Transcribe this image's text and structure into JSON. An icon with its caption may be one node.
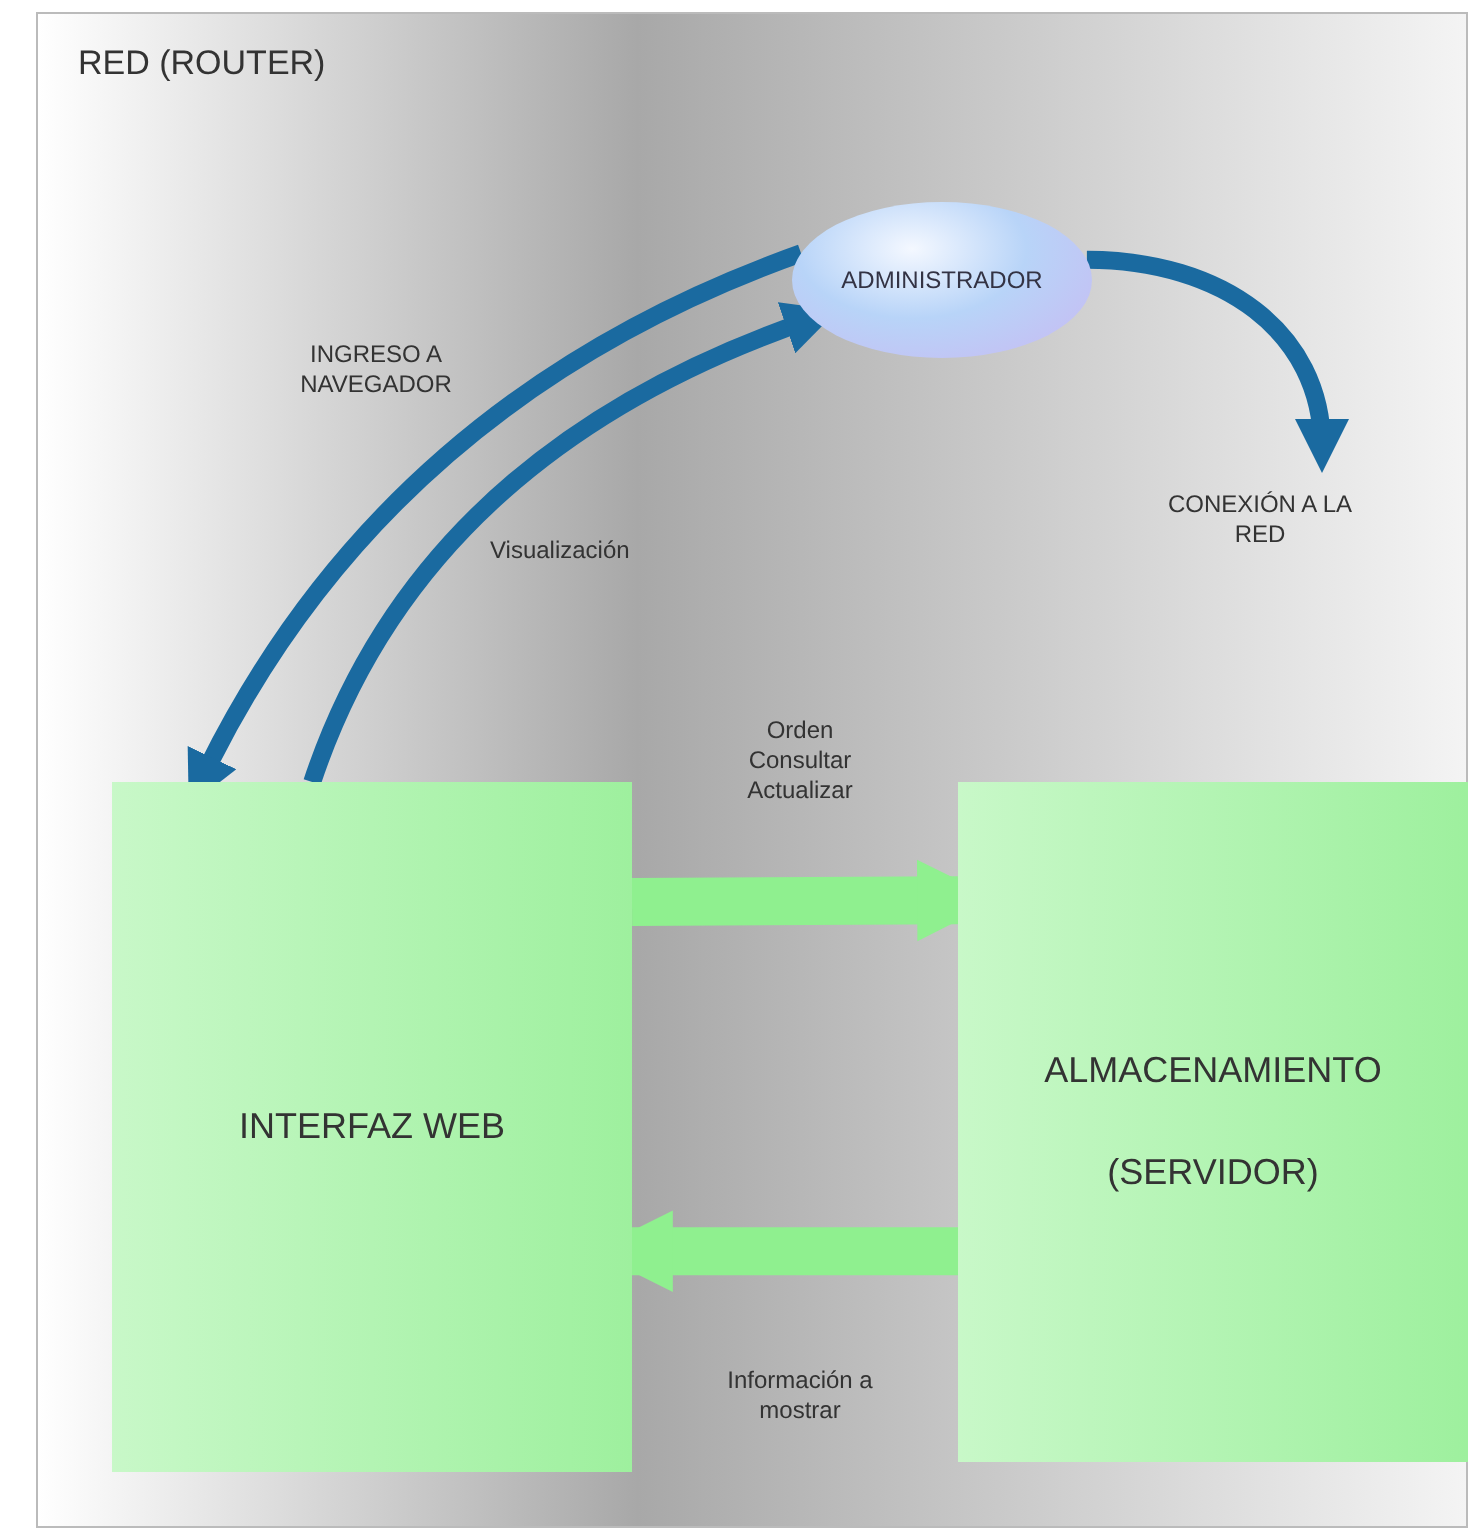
{
  "diagram": {
    "nodes": [
      {
        "text": [
          "RED (ROUTER)"
        ]
      },
      {
        "text": [
          "ADMINISTRADOR"
        ],
        "in": 0
      },
      {
        "text": [
          "INTERFAZ WEB"
        ],
        "in": 0
      },
      {
        "text": [
          "ALMACENAMIENTO",
          "(SERVIDOR)"
        ],
        "in": 0
      }
    ],
    "edges": [
      {
        "from": 1,
        "to": 2,
        "arrow": "to",
        "label": "INGRESO A NAVEGADOR"
      },
      {
        "from": 2,
        "to": 1,
        "arrow": "to",
        "label": "Visualización"
      },
      {
        "from": 1,
        "to": null,
        "arrow": "to",
        "label": "CONEXIÓN A LA RED"
      },
      {
        "from": 2,
        "to": 3,
        "arrow": "to",
        "label": "Orden Consultar Actualizar",
        "style": "thick",
        "color": "#8ff08f"
      },
      {
        "from": 3,
        "to": 2,
        "arrow": "to",
        "label": "Información a mostrar",
        "style": "thick",
        "color": "#8ff08f"
      }
    ]
  }
}
